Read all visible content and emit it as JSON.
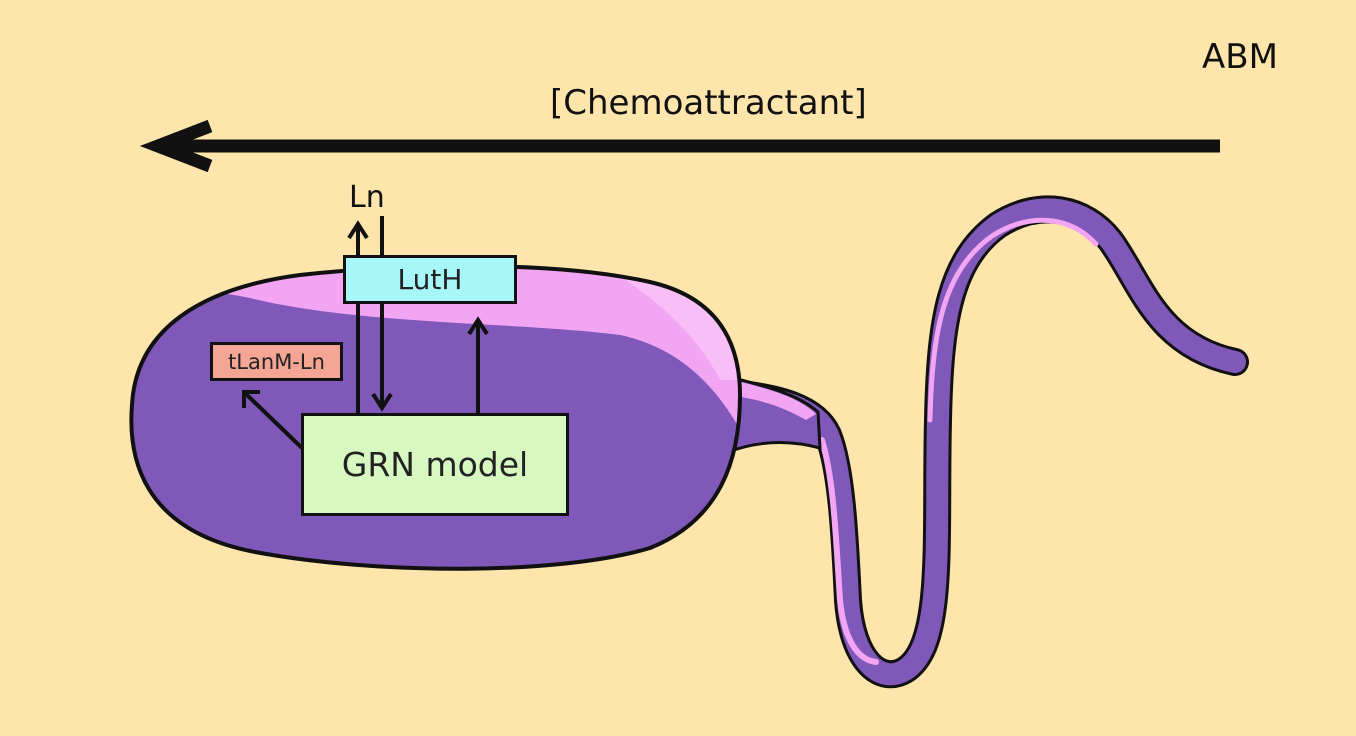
{
  "corner_label": "ABM",
  "gradient": {
    "label": "[Chemoattractant]"
  },
  "ion_label": "Ln",
  "transporter": {
    "label": "LutH"
  },
  "complex": {
    "label": "tLanM-Ln"
  },
  "model": {
    "label": "GRN model"
  },
  "colors": {
    "background": "#fde5ab",
    "cell_body": "#7f58b9",
    "cell_highlight": "#f2a5f2",
    "luth_box": "#a7f6f8",
    "complex_box": "#f4a593",
    "model_box": "#d8f8c2",
    "outline": "#111111"
  }
}
